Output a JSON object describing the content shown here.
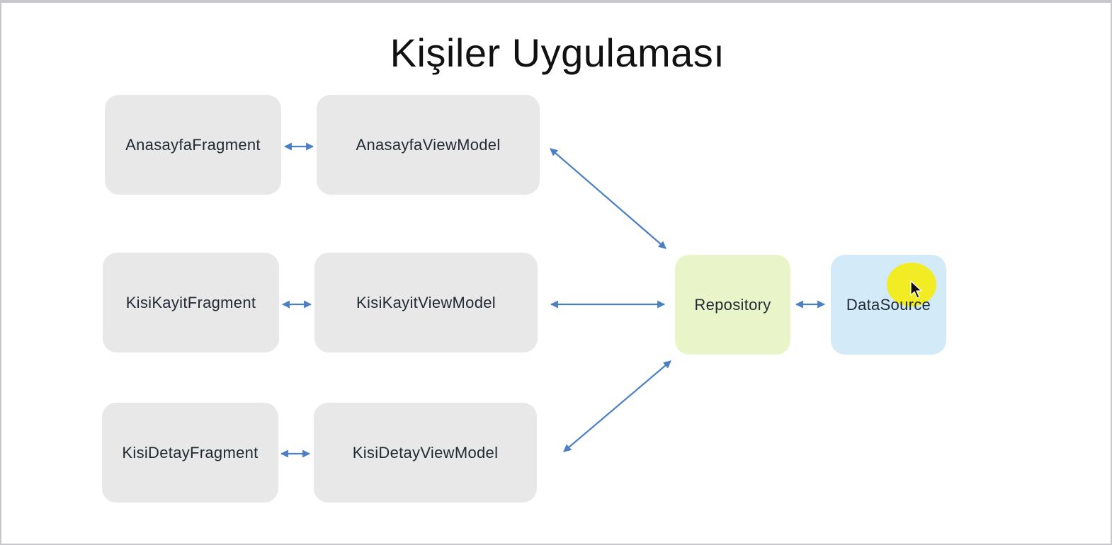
{
  "title": "Kişiler Uygulaması",
  "nodes": {
    "anasayfa_fragment": "AnasayfaFragment",
    "anasayfa_viewmodel": "AnasayfaViewModel",
    "kisikayit_fragment": "KisiKayitFragment",
    "kisikayit_viewmodel": "KisiKayitViewModel",
    "kisidetay_fragment": "KisiDetayFragment",
    "kisidetay_viewmodel": "KisiDetayViewModel",
    "repository": "Repository",
    "datasource": "DataSource"
  },
  "edges": [
    {
      "from": "AnasayfaFragment",
      "to": "AnasayfaViewModel",
      "type": "bidirectional"
    },
    {
      "from": "KisiKayitFragment",
      "to": "KisiKayitViewModel",
      "type": "bidirectional"
    },
    {
      "from": "KisiDetayFragment",
      "to": "KisiDetayViewModel",
      "type": "bidirectional"
    },
    {
      "from": "AnasayfaViewModel",
      "to": "Repository",
      "type": "bidirectional"
    },
    {
      "from": "KisiKayitViewModel",
      "to": "Repository",
      "type": "bidirectional"
    },
    {
      "from": "KisiDetayViewModel",
      "to": "Repository",
      "type": "bidirectional"
    },
    {
      "from": "Repository",
      "to": "DataSource",
      "type": "bidirectional"
    }
  ],
  "colors": {
    "view_box": "#e8e8e8",
    "repository_box": "#e9f4c9",
    "datasource_box": "#d3eaf8",
    "arrow": "#4a7fc4",
    "cursor_highlight": "#f3ec18"
  },
  "icons": {
    "cursor": "mouse-pointer-icon"
  }
}
